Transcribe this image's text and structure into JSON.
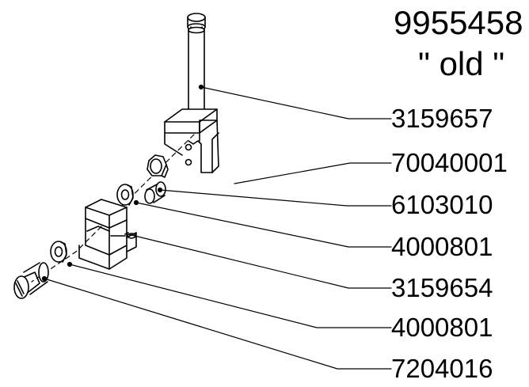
{
  "diagram": {
    "assembly_number": "9955458",
    "assembly_note": "\" old \"",
    "part_numbers": [
      "3159657",
      "70040001",
      "6103010",
      "4000801",
      "3159654",
      "4000801",
      "7204016"
    ]
  }
}
